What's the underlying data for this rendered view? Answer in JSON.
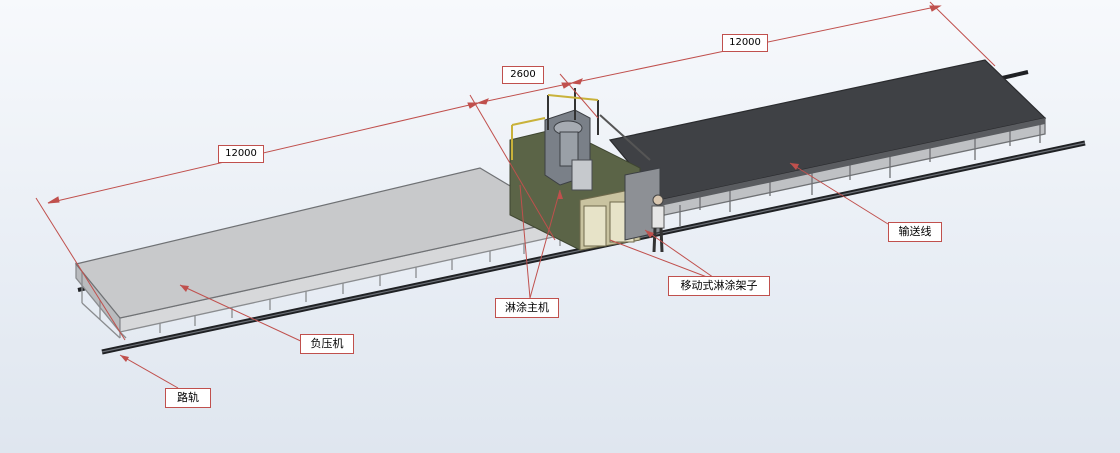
{
  "dimensions": {
    "left_length": "12000",
    "machine_width": "2600",
    "right_length": "12000"
  },
  "callouts": {
    "rail": "路轨",
    "vacuum_table": "负压机",
    "coating_machine": "淋涂主机",
    "mobile_frame": "移动式淋涂架子",
    "conveyor": "输送线"
  },
  "colors": {
    "annotation": "#c0504d",
    "table_left": "#c8c9cb",
    "conveyor_belt": "#3f4145",
    "rail": "#1f2124"
  }
}
